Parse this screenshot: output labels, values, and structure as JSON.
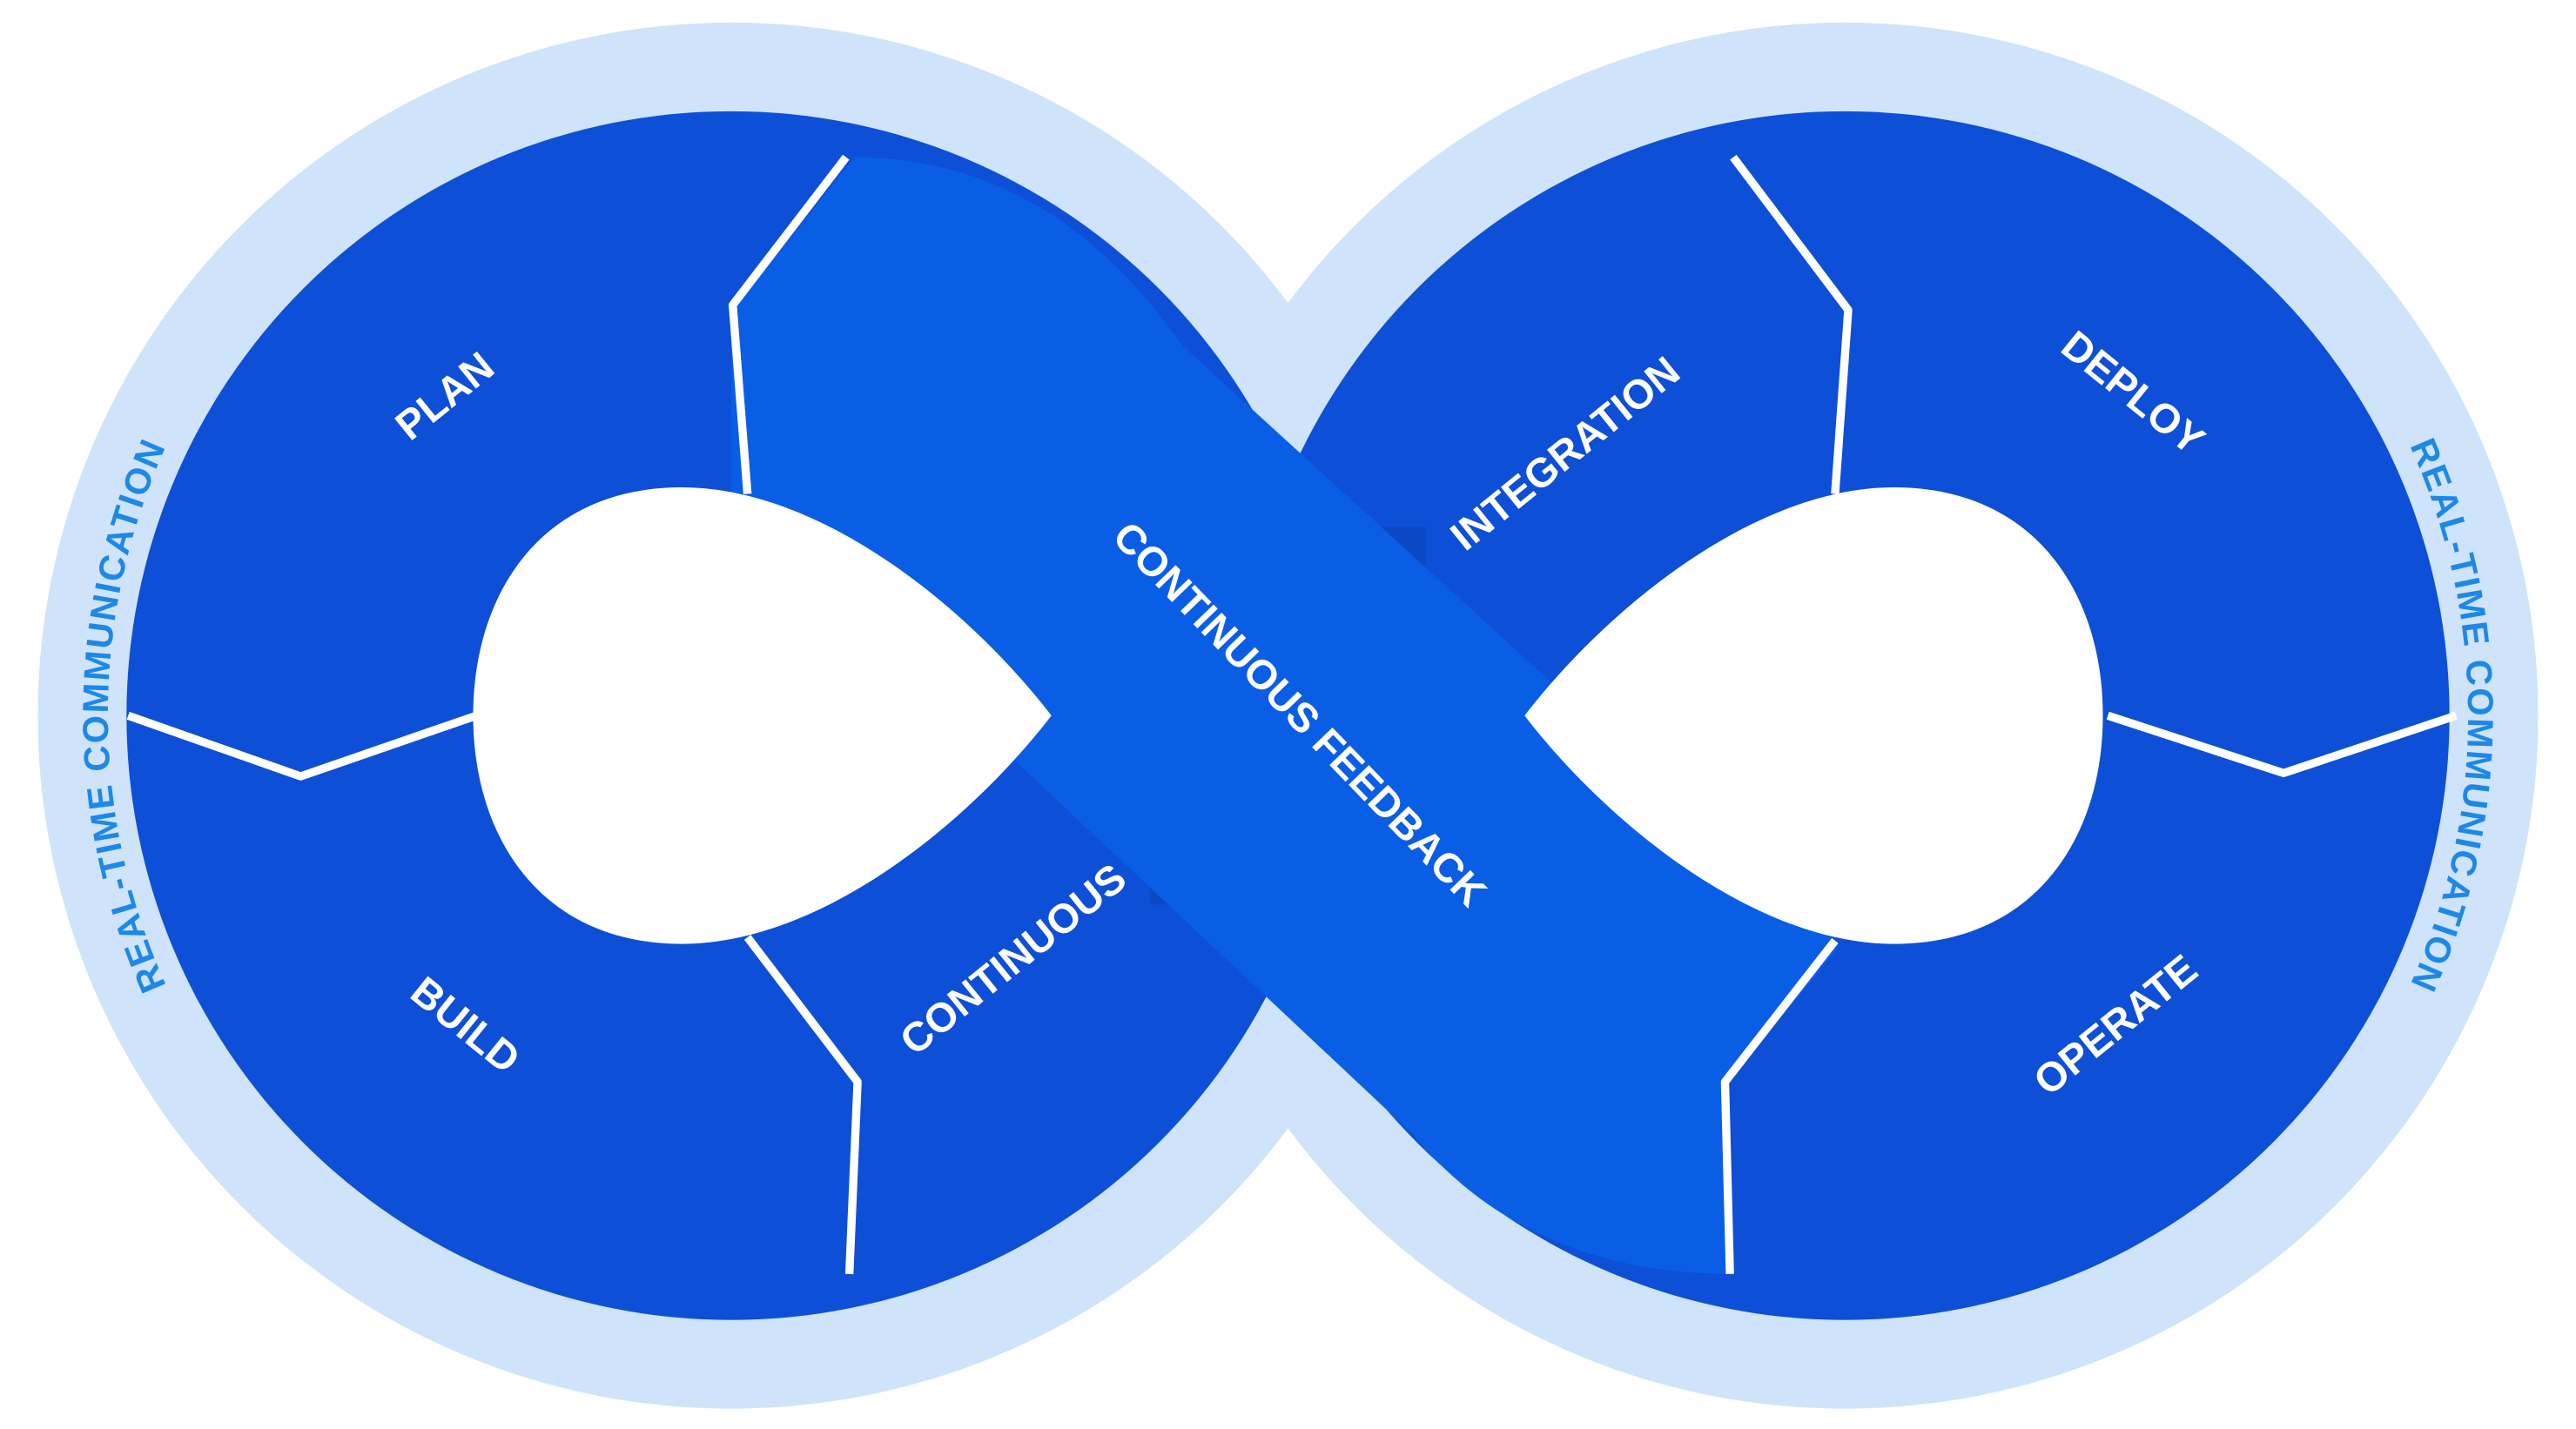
{
  "diagram": {
    "outer_label_left": "REAL-TIME COMMUNICATION",
    "outer_label_right": "REAL-TIME COMMUNICATION",
    "band_label": "CONTINUOUS FEEDBACK",
    "segments": {
      "plan": "PLAN",
      "build": "BUILD",
      "continuous": "CONTINUOUS",
      "integration": "INTEGRATION",
      "deploy": "DEPLOY",
      "operate": "OPERATE"
    }
  },
  "colors": {
    "halo": "#cfe4fb",
    "outer_label": "#1e88e8",
    "segment": "#0d4fd6",
    "segment_dark": "#0c47c4",
    "band": "#0a5ee6",
    "divider": "#ffffff",
    "text": "#ffffff"
  }
}
